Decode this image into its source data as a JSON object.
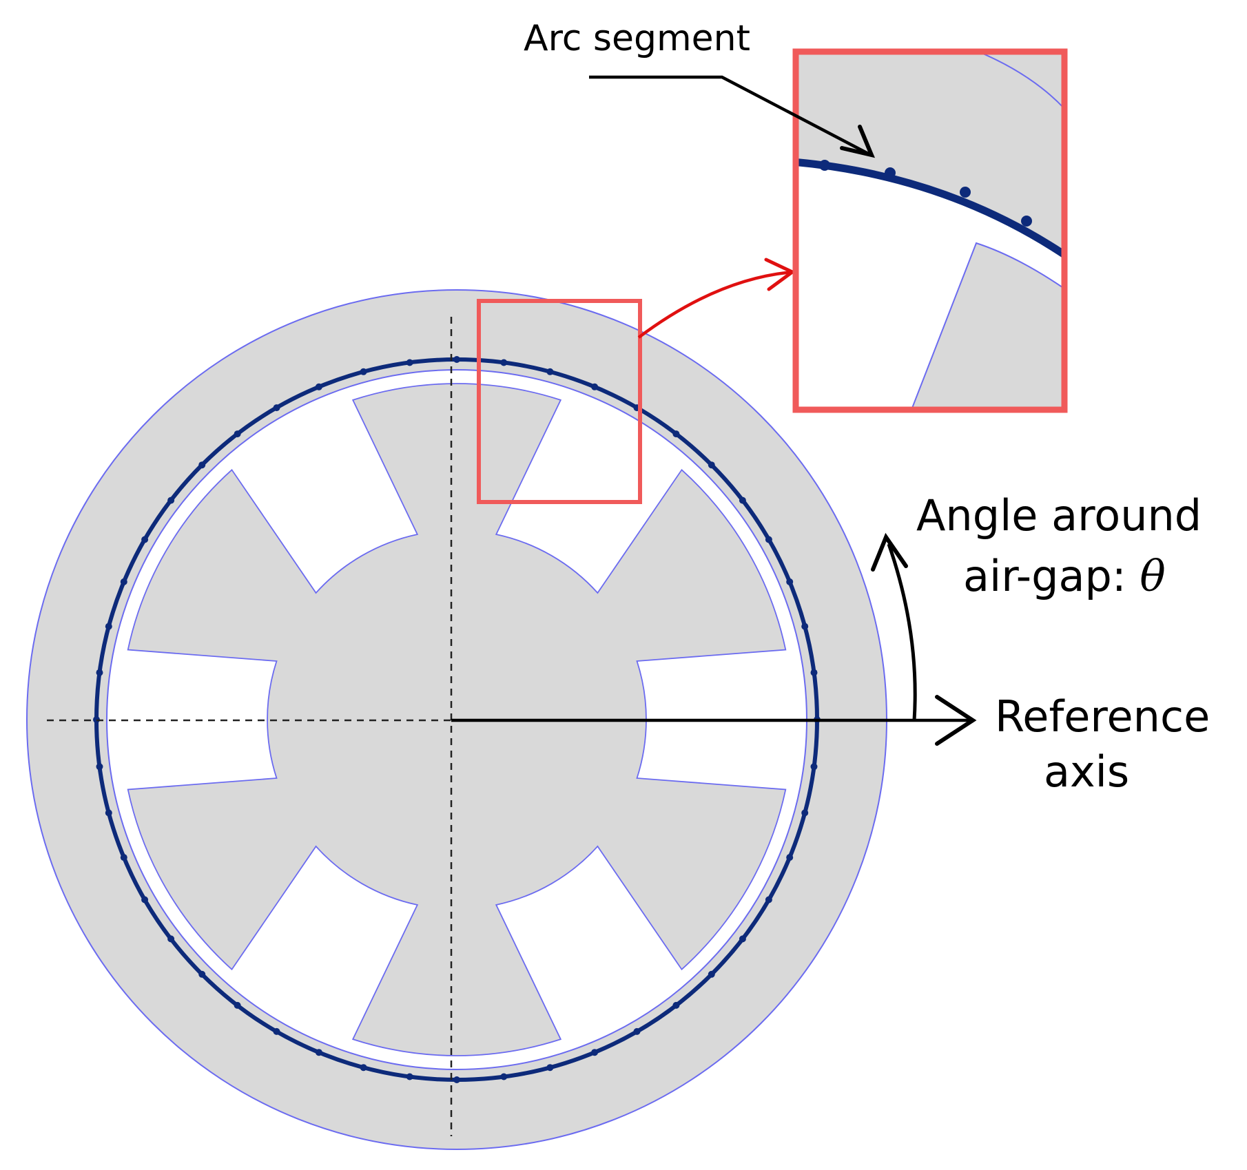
{
  "labels": {
    "arc_segment": "Arc segment",
    "angle_line1": "Angle around",
    "angle_line2_prefix": "air-gap: ",
    "angle_symbol": "θ",
    "reference_line1": "Reference",
    "reference_line2": "axis"
  },
  "colors": {
    "steel": "#d9d9d9",
    "outline": "#6b6bf0",
    "arc": "#0d2a7a",
    "highlight": "#f05a5a",
    "callout_arrow": "#e01010",
    "text": "#000000"
  }
}
